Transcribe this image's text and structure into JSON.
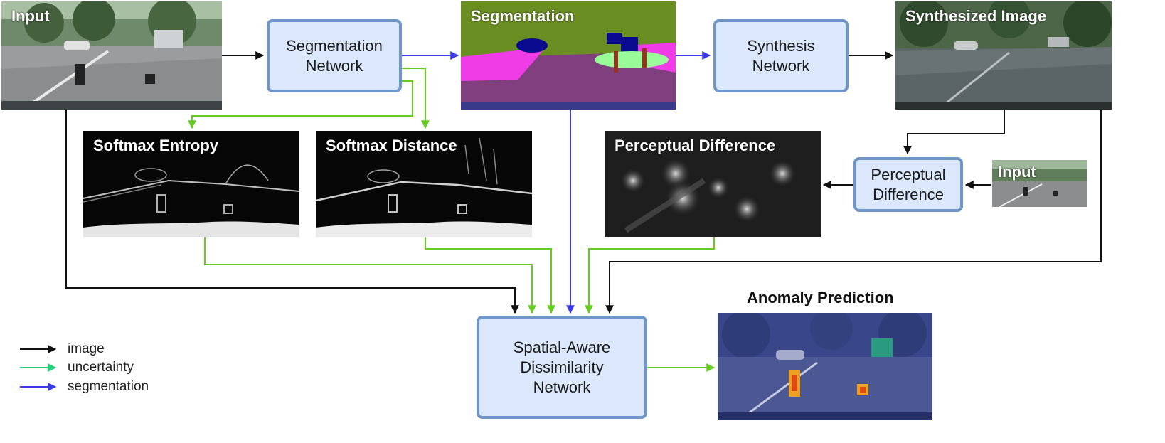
{
  "colors": {
    "image": "#111111",
    "uncertainty": "#66cc22",
    "segmentation": "#3a3ae6",
    "box_fill": "#dbe8fb",
    "box_border": "#6f95c9"
  },
  "images": {
    "input": "Input",
    "segmentation": "Segmentation",
    "synthesized": "Synthesized Image",
    "softmax_entropy": "Softmax Entropy",
    "softmax_distance": "Softmax Distance",
    "perceptual_difference": "Perceptual Difference",
    "input_small": "Input"
  },
  "boxes": {
    "segmentation_network": "Segmentation\nNetwork",
    "synthesis_network": "Synthesis\nNetwork",
    "perceptual_difference": "Perceptual\nDifference",
    "dissimilarity_network": "Spatial-Aware\nDissimilarity\nNetwork"
  },
  "output": {
    "title": "Anomaly Prediction"
  },
  "legend": [
    {
      "label": "image",
      "color": "#111111"
    },
    {
      "label": "uncertainty",
      "color": "#22d07a"
    },
    {
      "label": "segmentation",
      "color": "#3a3ae6"
    }
  ]
}
